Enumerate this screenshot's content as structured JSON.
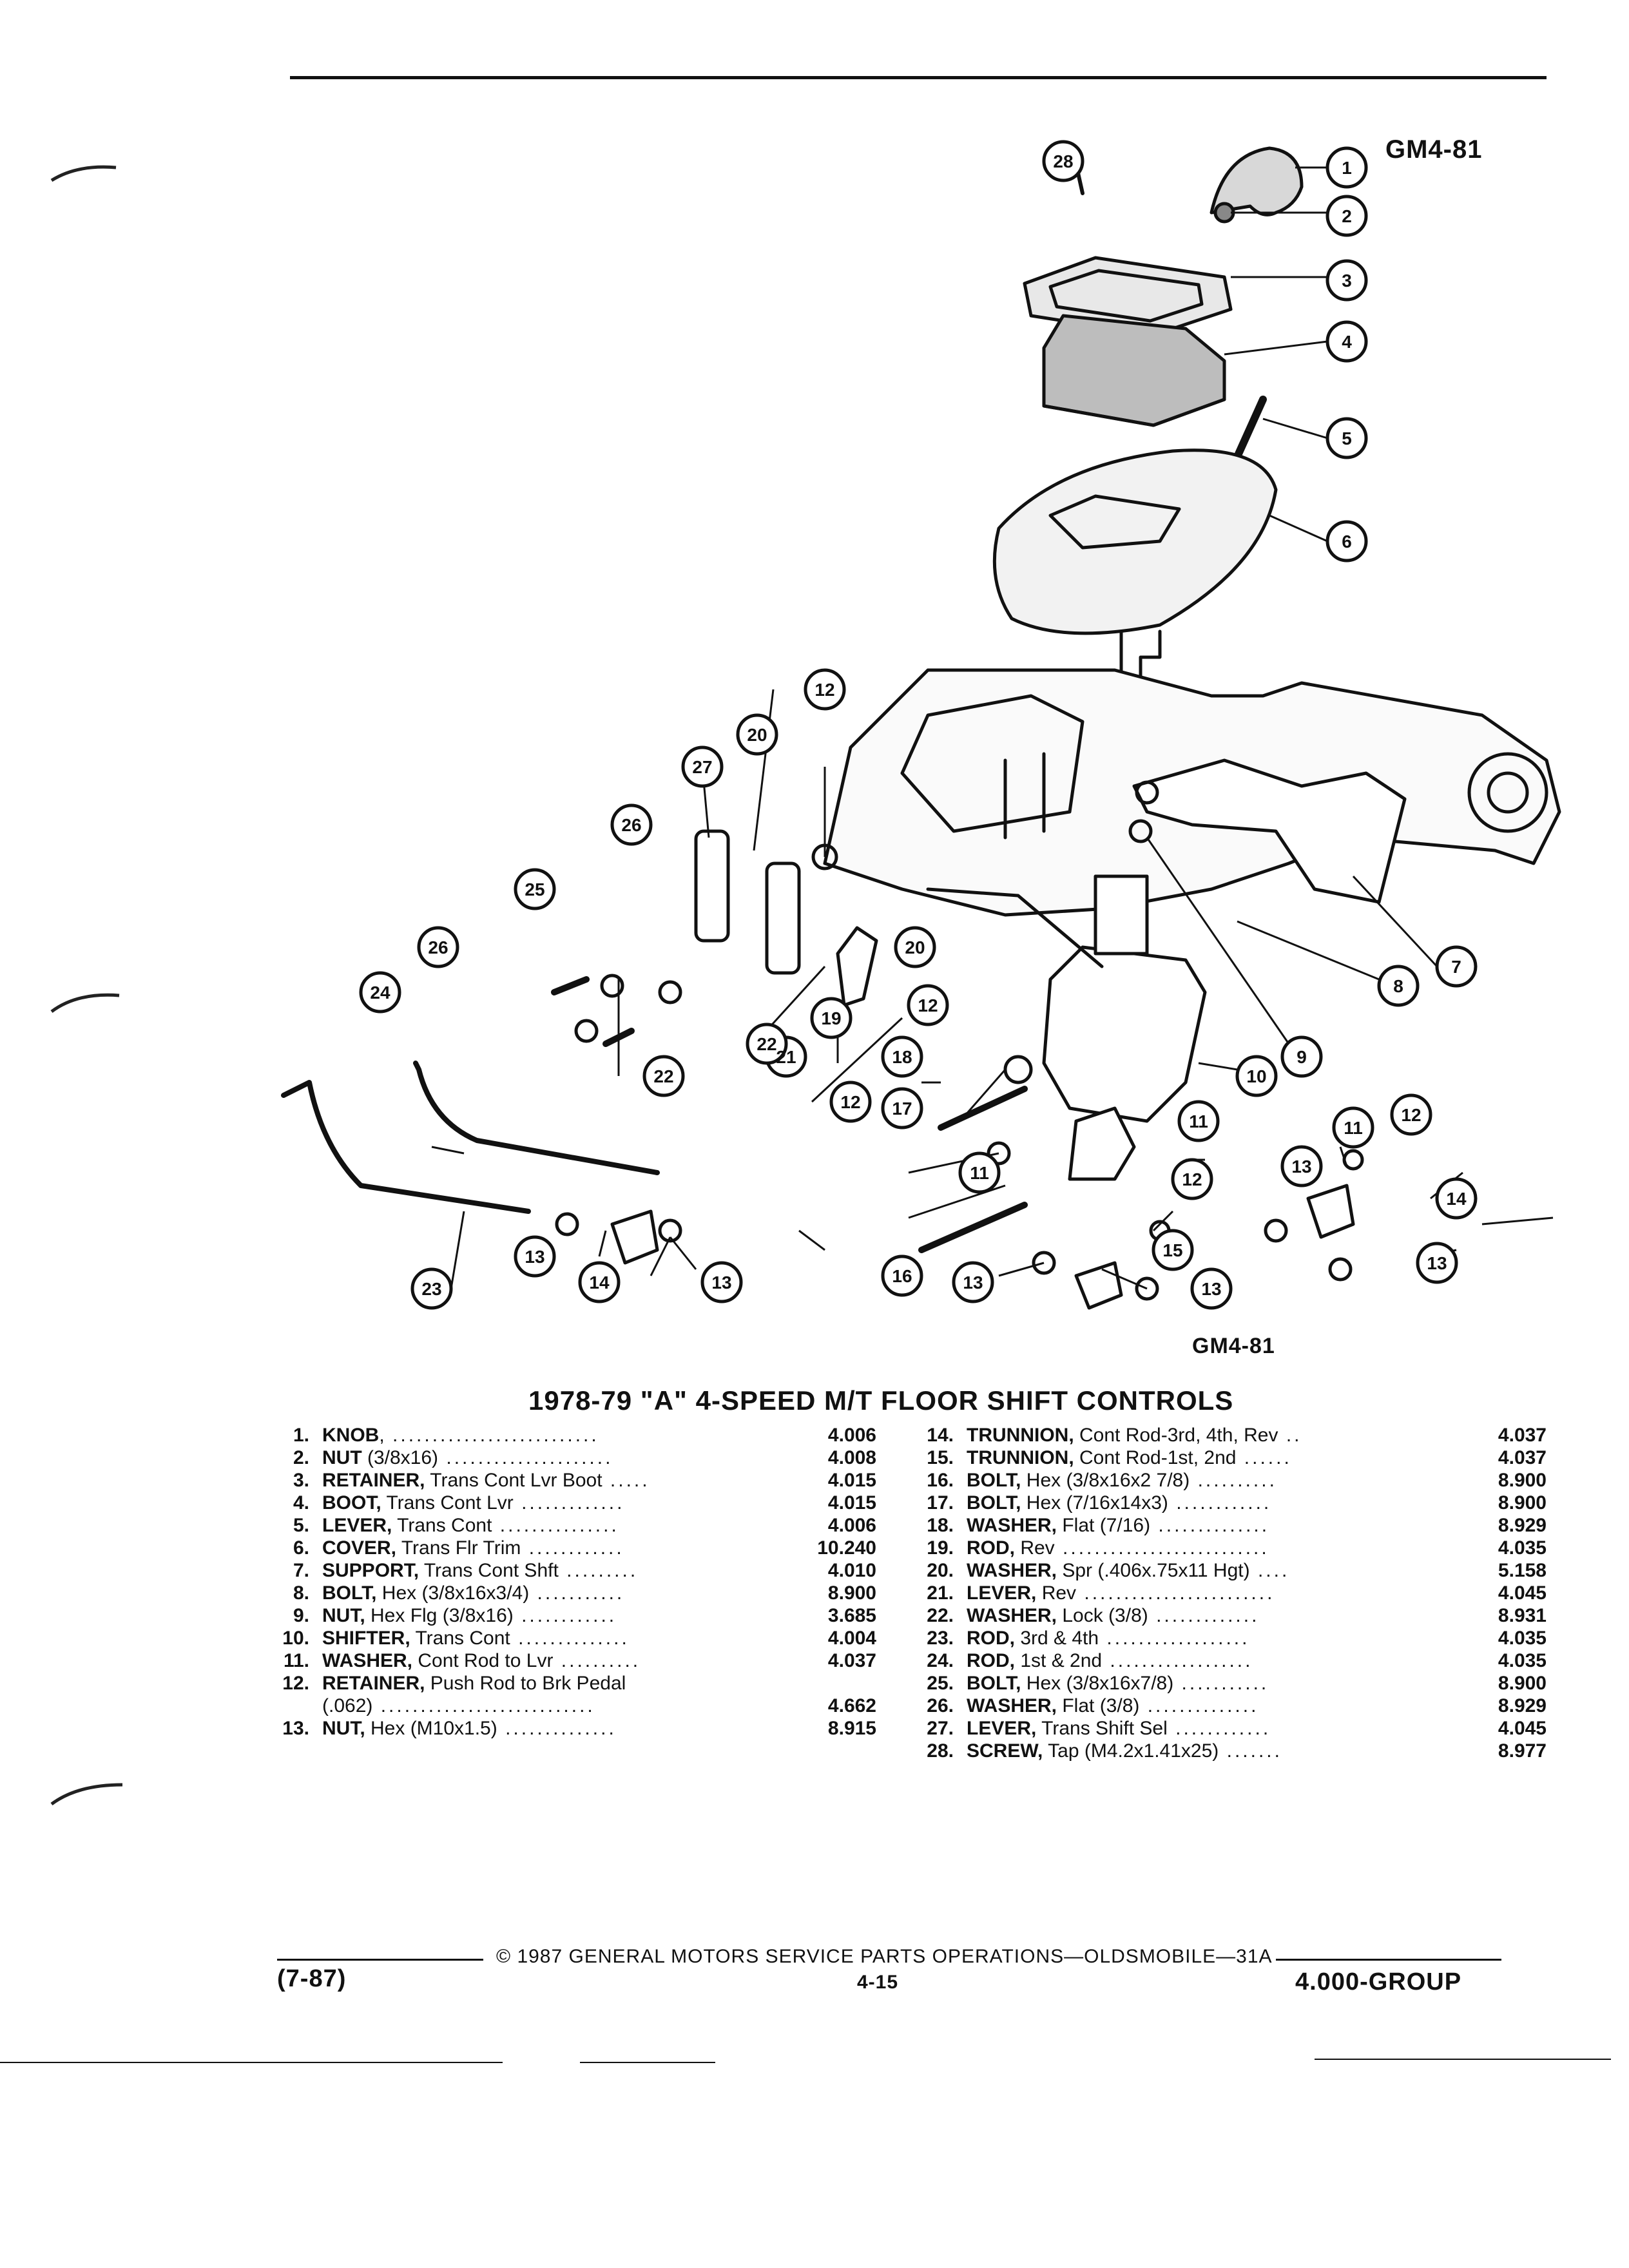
{
  "figure_code": "GM4-81",
  "figure_code_bottom": "GM4-81",
  "title": "1978-79 \"A\" 4-SPEED M/T FLOOR SHIFT CONTROLS",
  "callouts": [
    "1",
    "2",
    "3",
    "4",
    "5",
    "6",
    "7",
    "8",
    "9",
    "10",
    "11",
    "11",
    "11",
    "12",
    "12",
    "12",
    "12",
    "12",
    "13",
    "13",
    "13",
    "13",
    "13",
    "13",
    "14",
    "14",
    "15",
    "16",
    "17",
    "18",
    "19",
    "20",
    "20",
    "21",
    "22",
    "22",
    "23",
    "24",
    "25",
    "26",
    "26",
    "27",
    "28"
  ],
  "parts_left": [
    {
      "num": "1.",
      "name": "KNOB",
      "desc": ",",
      "group": "4.006"
    },
    {
      "num": "2.",
      "name": "NUT",
      "desc": " (3/8x16)",
      "group": "4.008"
    },
    {
      "num": "3.",
      "name": "RETAINER,",
      "desc": " Trans Cont Lvr Boot",
      "group": "4.015"
    },
    {
      "num": "4.",
      "name": "BOOT,",
      "desc": " Trans Cont Lvr",
      "group": "4.015"
    },
    {
      "num": "5.",
      "name": "LEVER,",
      "desc": " Trans Cont",
      "group": "4.006"
    },
    {
      "num": "6.",
      "name": "COVER,",
      "desc": " Trans Flr Trim",
      "group": "10.240"
    },
    {
      "num": "7.",
      "name": "SUPPORT,",
      "desc": " Trans Cont Shft",
      "group": "4.010"
    },
    {
      "num": "8.",
      "name": "BOLT,",
      "desc": " Hex (3/8x16x3/4)",
      "group": "8.900"
    },
    {
      "num": "9.",
      "name": "NUT,",
      "desc": " Hex Flg (3/8x16)",
      "group": "3.685"
    },
    {
      "num": "10.",
      "name": "SHIFTER,",
      "desc": " Trans Cont",
      "group": "4.004"
    },
    {
      "num": "11.",
      "name": "WASHER,",
      "desc": " Cont Rod to Lvr",
      "group": "4.037"
    },
    {
      "num": "12.",
      "name": "RETAINER,",
      "desc": " Push Rod to Brk Pedal",
      "group": ""
    },
    {
      "num": "",
      "name": "",
      "desc": "(.062)",
      "group": "4.662"
    },
    {
      "num": "13.",
      "name": "NUT,",
      "desc": " Hex (M10x1.5)",
      "group": "8.915"
    }
  ],
  "parts_right": [
    {
      "num": "14.",
      "name": "TRUNNION,",
      "desc": " Cont Rod-3rd, 4th, Rev",
      "group": "4.037"
    },
    {
      "num": "15.",
      "name": "TRUNNION,",
      "desc": " Cont Rod-1st, 2nd",
      "group": "4.037"
    },
    {
      "num": "16.",
      "name": "BOLT,",
      "desc": " Hex (3/8x16x2 7/8)",
      "group": "8.900"
    },
    {
      "num": "17.",
      "name": "BOLT,",
      "desc": " Hex (7/16x14x3)",
      "group": "8.900"
    },
    {
      "num": "18.",
      "name": "WASHER,",
      "desc": " Flat (7/16)",
      "group": "8.929"
    },
    {
      "num": "19.",
      "name": "ROD,",
      "desc": " Rev",
      "group": "4.035"
    },
    {
      "num": "20.",
      "name": "WASHER,",
      "desc": " Spr (.406x.75x11 Hgt)",
      "group": "5.158"
    },
    {
      "num": "21.",
      "name": "LEVER,",
      "desc": " Rev",
      "group": "4.045"
    },
    {
      "num": "22.",
      "name": "WASHER,",
      "desc": " Lock (3/8)",
      "group": "8.931"
    },
    {
      "num": "23.",
      "name": "ROD,",
      "desc": " 3rd & 4th",
      "group": "4.035"
    },
    {
      "num": "24.",
      "name": "ROD,",
      "desc": " 1st & 2nd",
      "group": "4.035"
    },
    {
      "num": "25.",
      "name": "BOLT,",
      "desc": " Hex (3/8x16x7/8)",
      "group": "8.900"
    },
    {
      "num": "26.",
      "name": "WASHER,",
      "desc": " Flat (3/8)",
      "group": "8.929"
    },
    {
      "num": "27.",
      "name": "LEVER,",
      "desc": " Trans Shift Sel",
      "group": "4.045"
    },
    {
      "num": "28.",
      "name": "SCREW,",
      "desc": " Tap (M4.2x1.41x25)",
      "group": "8.977"
    }
  ],
  "footer": {
    "copyright": "© 1987 GENERAL MOTORS SERVICE PARTS OPERATIONS—OLDSMOBILE—31A",
    "date": "(7-87)",
    "page": "4-15",
    "group": "4.000-GROUP"
  }
}
